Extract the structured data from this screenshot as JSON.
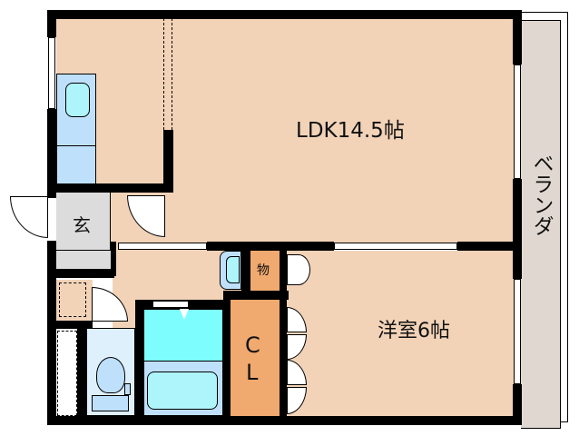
{
  "floorplan": {
    "rooms": {
      "ldk": {
        "label": "LDK14.5帖"
      },
      "western_room": {
        "label": "洋室6帖"
      },
      "entrance": {
        "label": "玄"
      },
      "storage": {
        "label": "物"
      },
      "closet": {
        "label_line1": "C",
        "label_line2": "L"
      },
      "balcony": {
        "label": "ベランダ"
      }
    },
    "colors": {
      "wall": "#000000",
      "living_floor": "#f2d3b8",
      "closet": "#f0a96e",
      "entrance": "#dcdcdc",
      "kitchen": "#bfe0fb",
      "bath": "#7dfdfd",
      "toilet": "#dff0fd",
      "balcony": "#e0d8d0"
    }
  }
}
